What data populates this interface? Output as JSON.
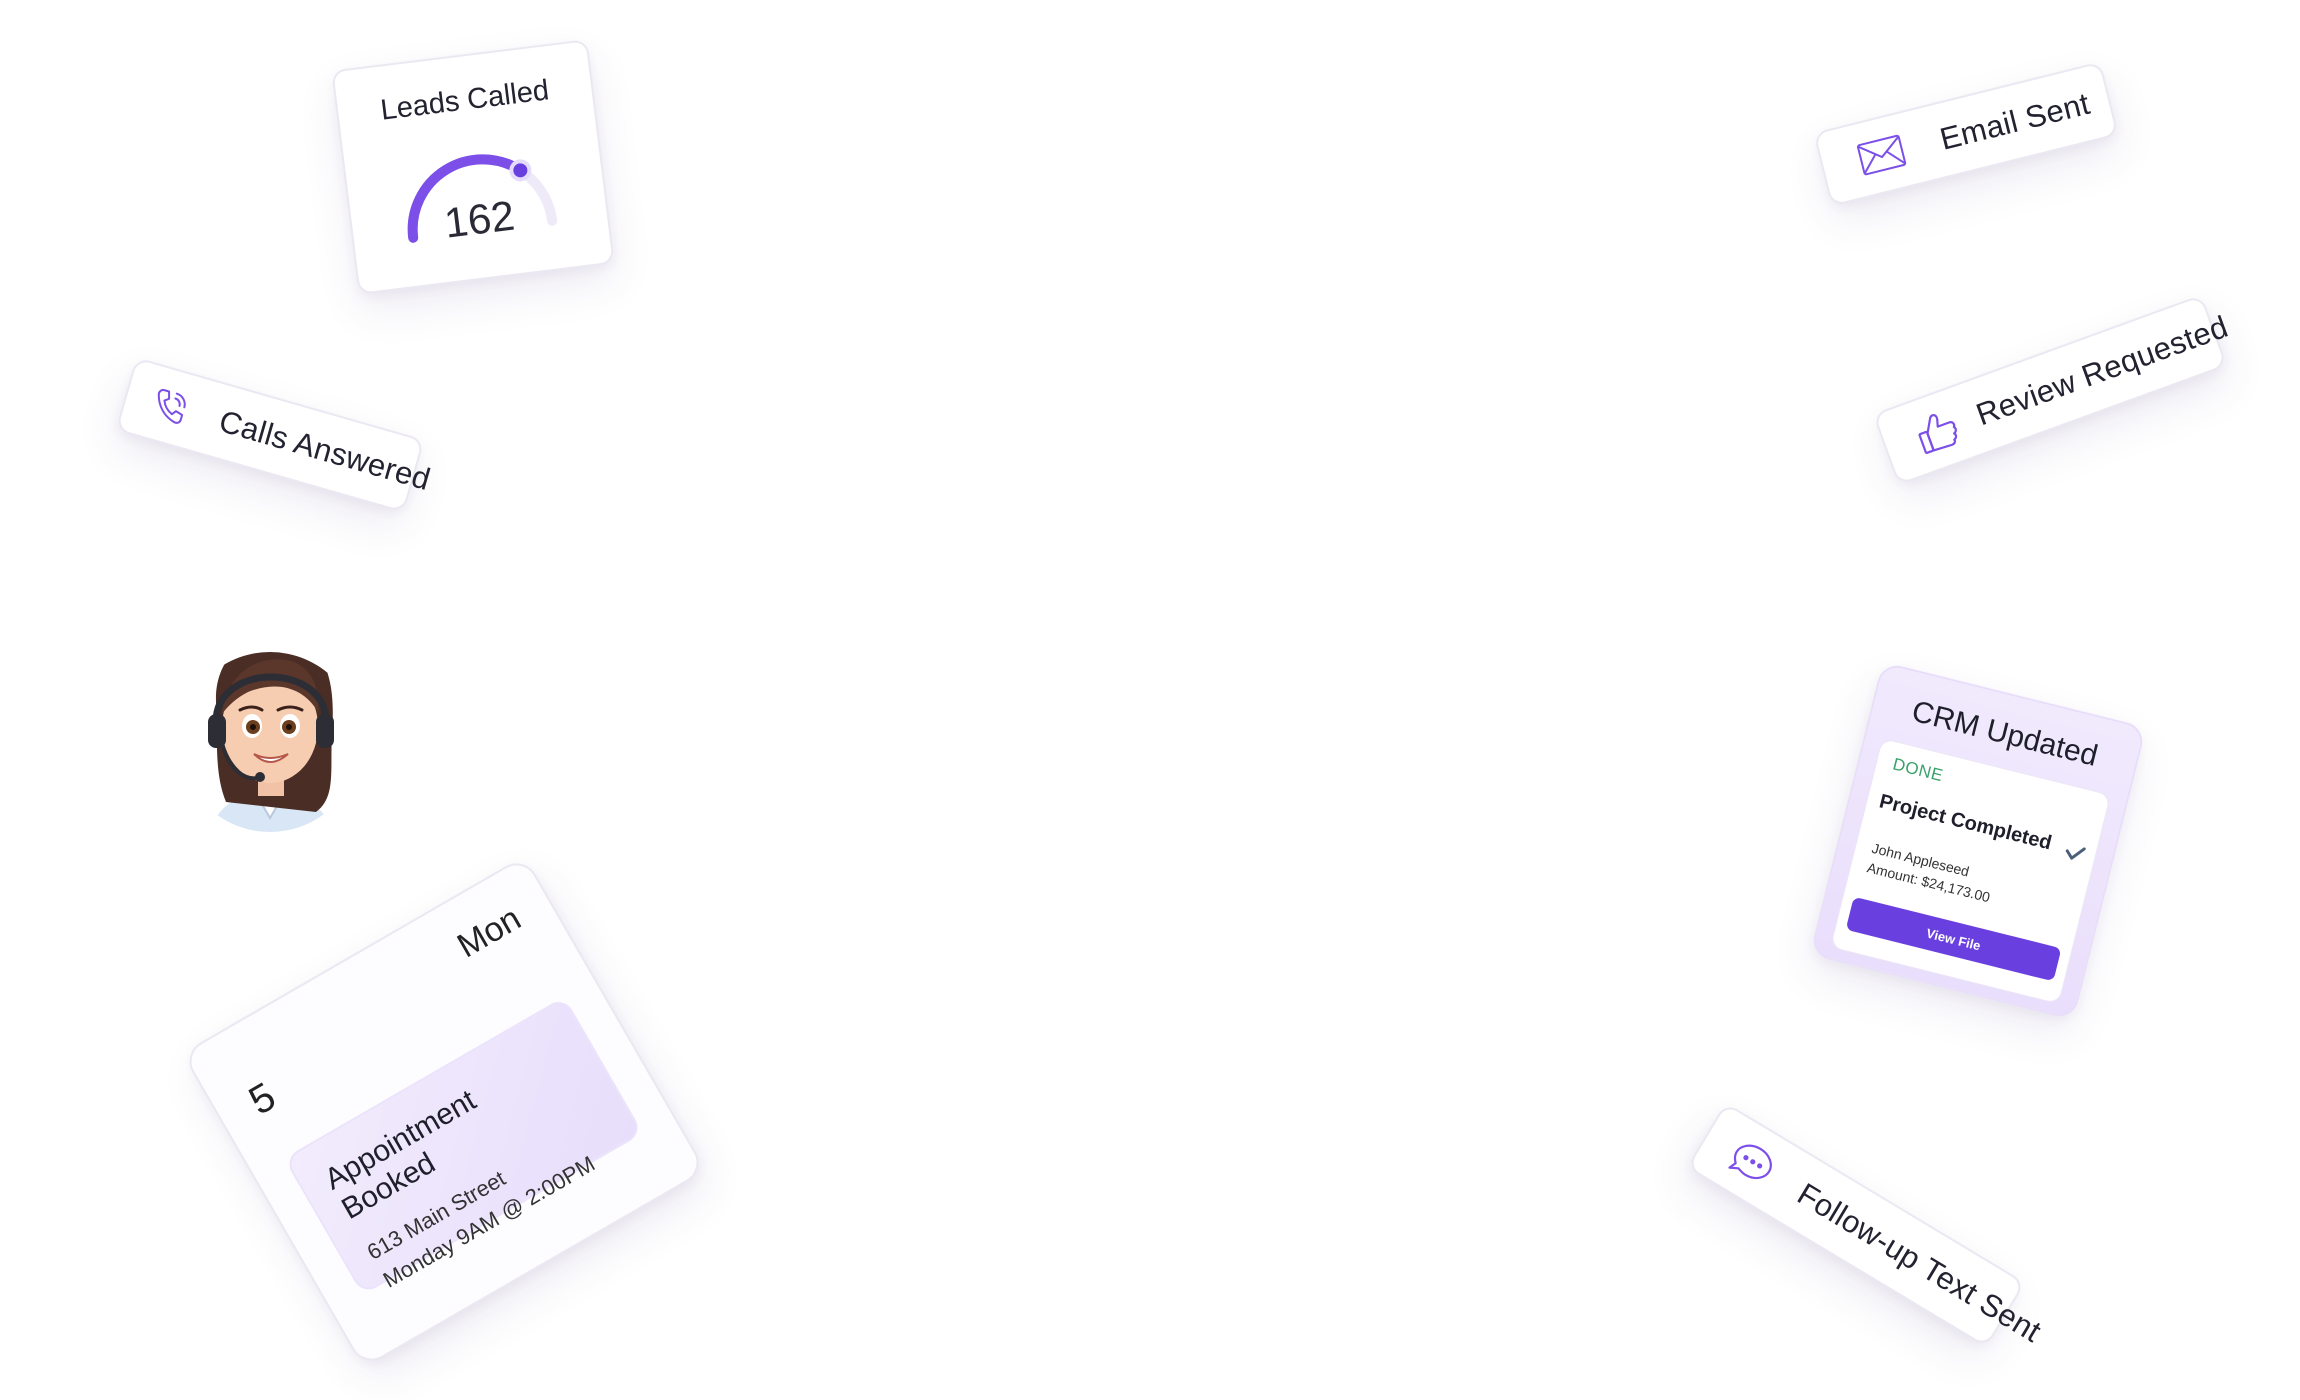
{
  "colors": {
    "accent": "#7b4fe8",
    "accent_dark": "#6a3fe0",
    "done_green": "#3aa16a",
    "card_border": "#ece8f2"
  },
  "leads_card": {
    "title": "Leads Called",
    "value": "162",
    "gauge_fraction": 0.72
  },
  "pills": {
    "email": {
      "icon": "envelope-icon",
      "label": "Email Sent"
    },
    "review": {
      "icon": "thumbs-up-icon",
      "label": "Review Requested"
    },
    "calls": {
      "icon": "phone-icon",
      "label": "Calls Answered"
    },
    "follow_up": {
      "icon": "chat-bubble-icon",
      "label": "Follow-up Text Sent"
    }
  },
  "avatar": {
    "icon": "agent-avatar-icon"
  },
  "calendar": {
    "day": "Mon",
    "date": "5",
    "appointment": {
      "title": "Appointment Booked",
      "address": "613 Main Street",
      "time": "Monday 9AM @ 2:00PM"
    }
  },
  "crm": {
    "title": "CRM Updated",
    "status": "DONE",
    "project": "Project Completed",
    "name": "John Appleseed",
    "amount": "Amount: $24,173.00",
    "button": "View File"
  }
}
